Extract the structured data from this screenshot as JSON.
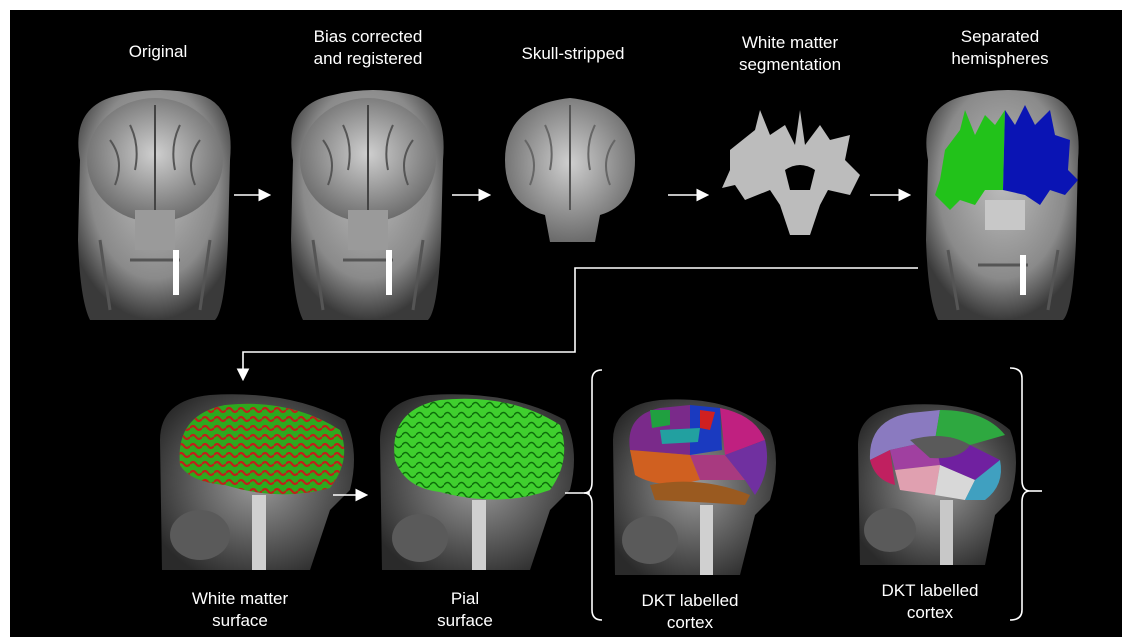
{
  "figure": {
    "top_row": [
      {
        "label": "Original"
      },
      {
        "label": "Bias corrected\nand registered"
      },
      {
        "label": "Skull-stripped"
      },
      {
        "label": "White matter\nsegmentation"
      },
      {
        "label": "Separated\nhemispheres"
      }
    ],
    "bottom_row": [
      {
        "label": "White matter\nsurface"
      },
      {
        "label": "Pial\nsurface"
      },
      {
        "label": "DKT labelled\ncortex"
      },
      {
        "label": "DKT labelled\ncortex"
      }
    ],
    "colors": {
      "background": "#000000",
      "left_hemisphere": "#22c21a",
      "right_hemisphere": "#0a14b4",
      "wm_surface_red": "#c0201a",
      "pial_green": "#3fcf2e"
    }
  }
}
